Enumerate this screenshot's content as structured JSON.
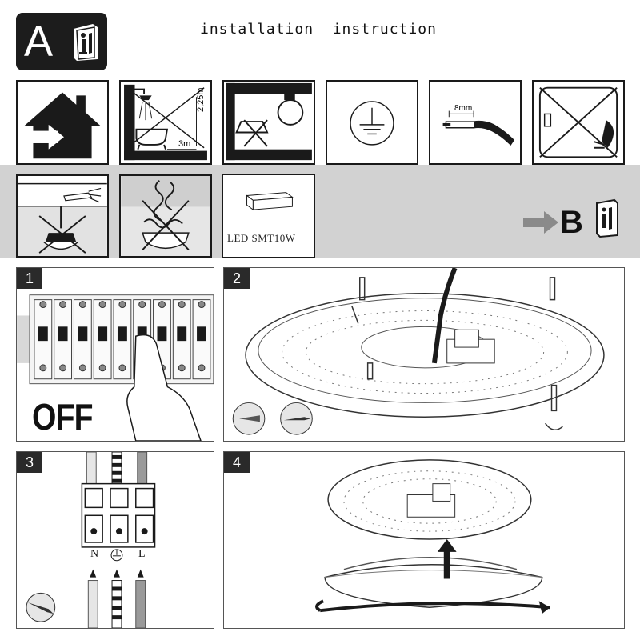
{
  "header": {
    "section_letter": "A",
    "title": "installation  instruction"
  },
  "icons": {
    "info_manual": "info-manual-icon",
    "indoor_use": "indoor-house-icon",
    "bathroom_zone": "bathroom-zone-icon",
    "no_spot_heat": "no-direct-heat-icon",
    "earth": "ground-symbol-icon",
    "strip_length": "wire-strip-icon",
    "no_plug": "no-plug-icon",
    "no_ceiling_wire": "no-ceiling-wire-icon",
    "no_dimmer_chandelier": "no-chandelier-icon",
    "led_module": "led-module-icon"
  },
  "labels": {
    "bath_distance_vertical": "2,25m",
    "bath_distance_horizontal": "3m",
    "strip_length": "8mm",
    "led_module": "LED SMT10W",
    "next_section": "B"
  },
  "steps": {
    "s1": {
      "number": "1",
      "text": "OFF"
    },
    "s2": {
      "number": "2"
    },
    "s3": {
      "number": "3",
      "wire_n": "N",
      "wire_l": "L"
    },
    "s4": {
      "number": "4"
    }
  },
  "colors": {
    "dark": "#1a1a1a",
    "band": "#d2d2d2",
    "step_bg": "#ffffff"
  }
}
